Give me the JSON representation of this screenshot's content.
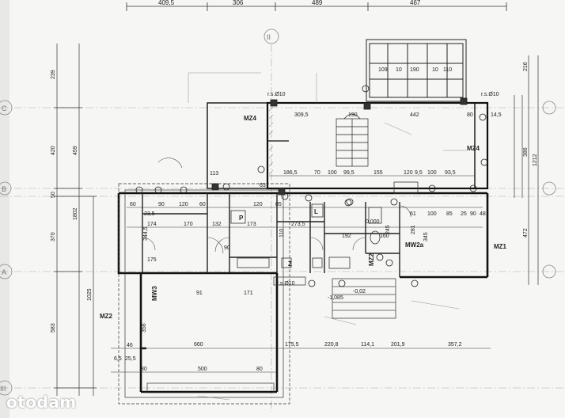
{
  "top_dims": [
    "409,5",
    "306",
    "489",
    "467"
  ],
  "grid_axes": {
    "top": "II",
    "rows": [
      "C",
      "B",
      "A",
      "III"
    ]
  },
  "left_dims": [
    "239",
    "420",
    "459",
    "50",
    "1802",
    "370",
    "1025",
    "583"
  ],
  "right_dims": [
    "216",
    "1212",
    "472",
    "386"
  ],
  "wall_tags": [
    "MZ4",
    "MZ4",
    "MZ1",
    "MW3",
    "MZ2",
    "MZ2",
    "MW2a"
  ],
  "window_dims": [
    "109",
    "10",
    "190",
    "10",
    "110"
  ],
  "interior_dims": [
    "309,5",
    "190",
    "442",
    "80",
    "14,5",
    "186,5",
    "70",
    "100",
    "99,5",
    "155",
    "120",
    "9,5",
    "100",
    "93,5",
    "113",
    "63",
    "120",
    "85",
    "60",
    "90",
    "120",
    "23,5",
    "174",
    "170",
    "132",
    "173",
    "273,5",
    "192",
    "160",
    "61",
    "100",
    "85",
    "25",
    "90",
    "48",
    "344,5",
    "175",
    "90",
    "91",
    "171",
    "110",
    "245",
    "281",
    "345",
    "660",
    "175,5",
    "220,8",
    "114,1",
    "201,9",
    "357,2",
    "500",
    "80",
    "80",
    "46",
    "6,5",
    "25,5",
    "356"
  ],
  "level_marks": [
    "r.s.Ø10",
    "r.s.Ø10",
    "r.s.Ø10",
    "-0,02",
    "0,000",
    "-1,085"
  ],
  "watermark": "otodam"
}
